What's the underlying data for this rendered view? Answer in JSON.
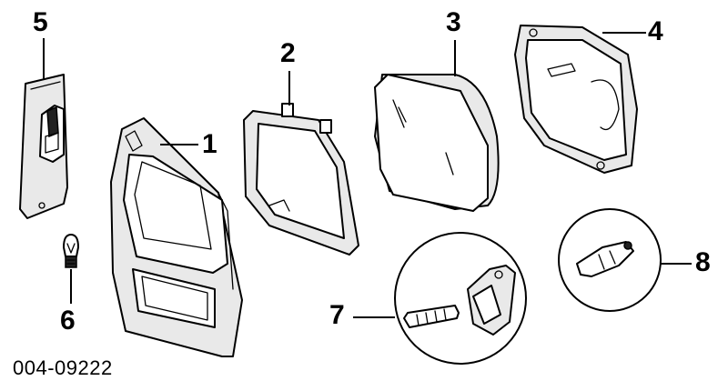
{
  "diagram": {
    "catalog_number": "004-09222",
    "callouts": [
      {
        "id": "1",
        "label": "1"
      },
      {
        "id": "2",
        "label": "2"
      },
      {
        "id": "3",
        "label": "3"
      },
      {
        "id": "4",
        "label": "4"
      },
      {
        "id": "5",
        "label": "5"
      },
      {
        "id": "6",
        "label": "6"
      },
      {
        "id": "7",
        "label": "7"
      },
      {
        "id": "8",
        "label": "8"
      }
    ]
  }
}
